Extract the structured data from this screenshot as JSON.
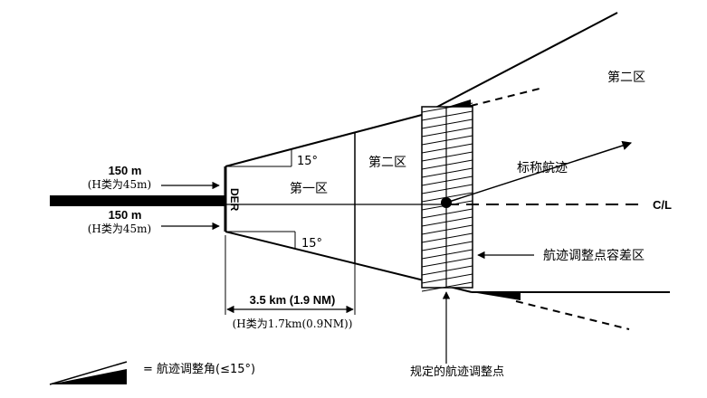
{
  "labels": {
    "runway_width_top": "150 m",
    "runway_width_top_h": "(H类为45m)",
    "runway_width_bottom": "150 m",
    "runway_width_bottom_h": "(H类为45m)",
    "der": "DER",
    "angle_top": "15°",
    "angle_bottom": "15°",
    "zone1": "第一区",
    "zone2_inner": "第二区",
    "zone2_outer": "第二区",
    "nominal_track": "标称航迹",
    "centerline": "C/L",
    "tolerance_area": "航迹调整点容差区",
    "fix_point": "规定的航迹调整点",
    "distance": "3.5 km (1.9 NM)",
    "distance_h": "(H类为1.7km(0.9NM))",
    "legend_text": "= 航迹调整角(≤15°)"
  },
  "colors": {
    "ink": "#000000",
    "background": "#ffffff"
  }
}
